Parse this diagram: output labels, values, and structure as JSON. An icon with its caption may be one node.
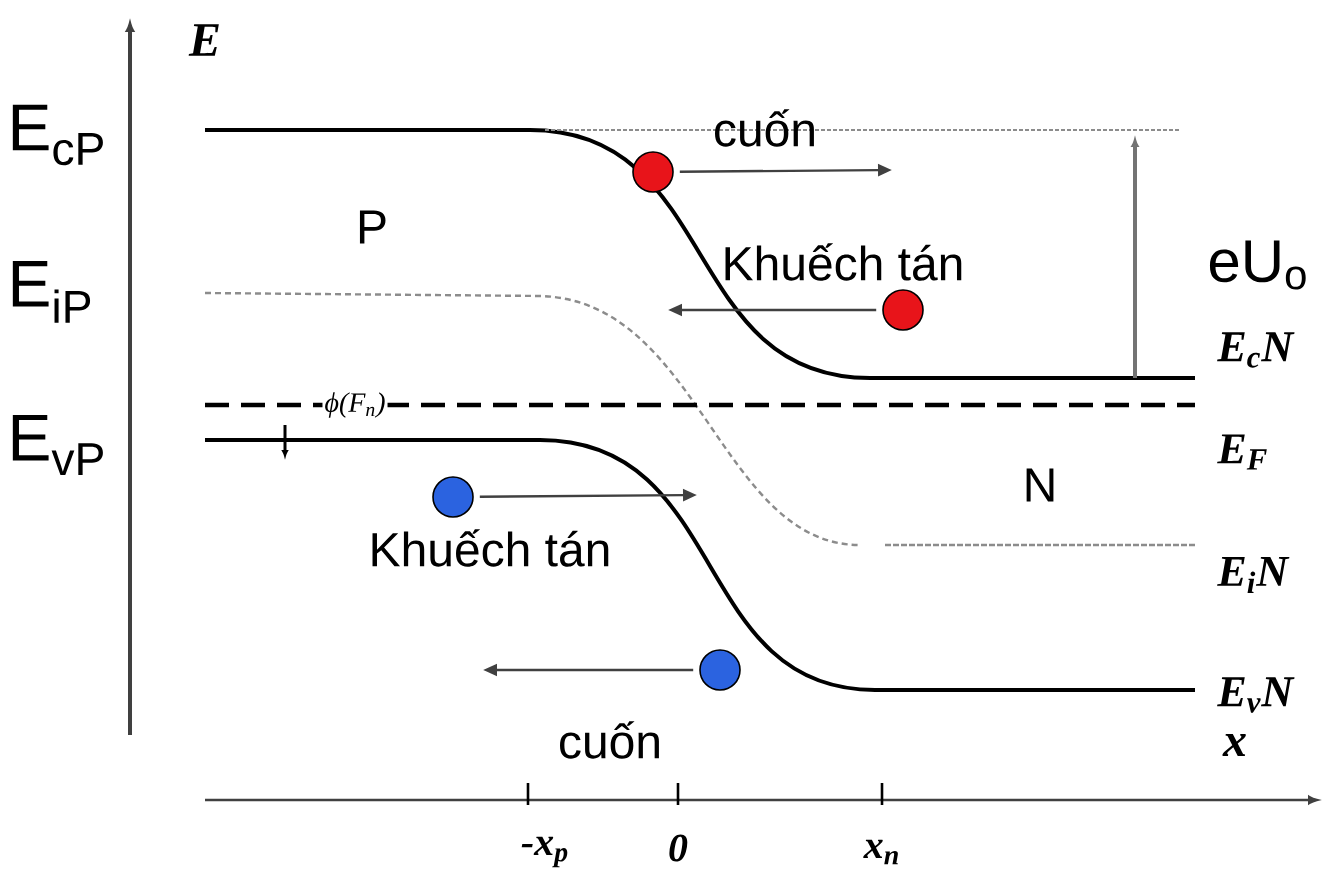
{
  "diagram": {
    "nodes": [
      {
        "text": [],
        "shape": "circle"
      },
      {
        "text": [],
        "shape": "circle"
      },
      {
        "text": [],
        "shape": "circle"
      },
      {
        "text": [],
        "shape": "circle"
      }
    ],
    "edges": [
      {
        "from": 0,
        "to": null,
        "arrow": "to"
      },
      {
        "from": 1,
        "to": null,
        "arrow": "to"
      },
      {
        "from": 2,
        "to": null,
        "arrow": "to"
      },
      {
        "from": 3,
        "to": null,
        "arrow": "to"
      }
    ],
    "labels": [
      "E",
      "E$_{cP}$",
      "cuốn",
      "P",
      "Khuếch tán",
      "eU$_{o}$",
      "E$_{iP}$",
      "E$_{c}$N",
      "ϕ(F$_{n}$)",
      "E$_{vP}$",
      "E$_{F}$",
      "N",
      "Khuếch tán",
      "E$_{i}$N",
      "cuốn",
      "E$_{v}$N",
      "x",
      "-x$_{p}$",
      "0",
      "x$_{n}$"
    ]
  }
}
